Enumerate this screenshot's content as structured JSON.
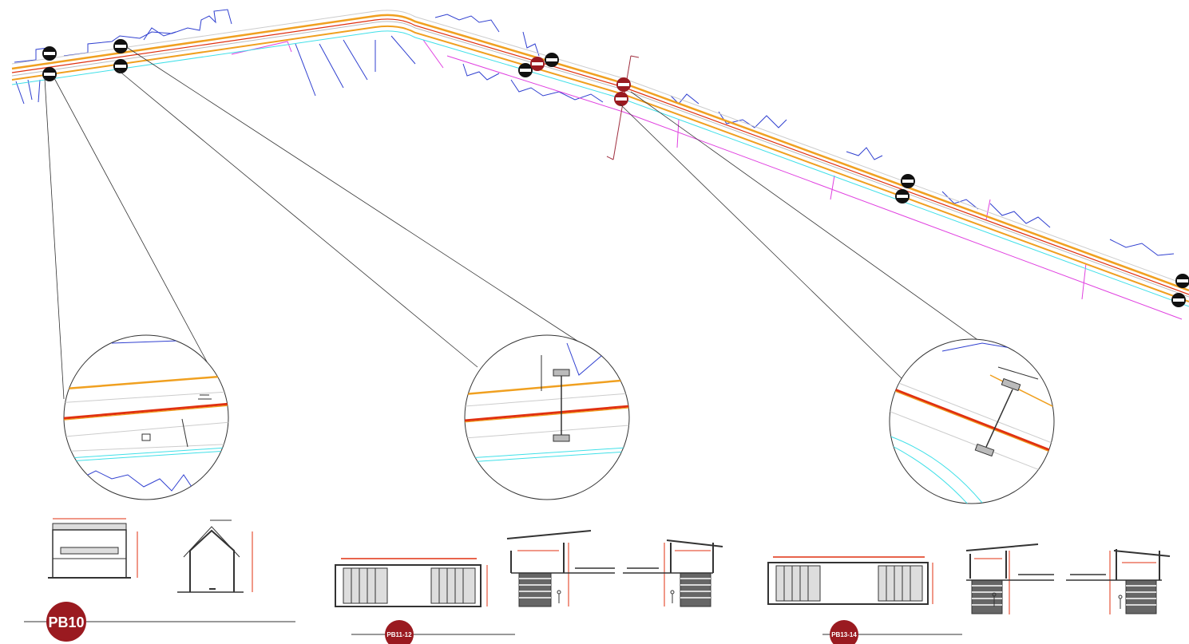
{
  "colors": {
    "road_orange": "#f0a020",
    "road_red": "#e03010",
    "utility_cyan": "#40e0e8",
    "building_blue": "#3040d0",
    "parcel_magenta": "#e040e0",
    "badge_red": "#9a1a20",
    "badge_black": "#111111",
    "detail_line": "#333333"
  },
  "labels": {
    "pb10": "PB10",
    "pb11_12": "PB11-12",
    "pb13_14": "PB13-14"
  }
}
